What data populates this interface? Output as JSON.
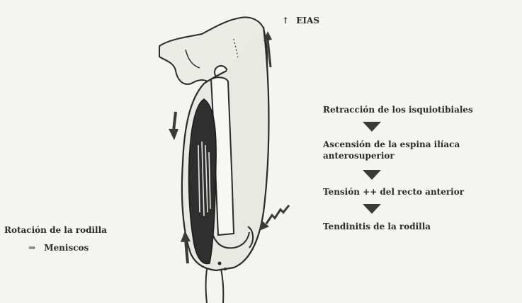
{
  "labels": {
    "elias": "EIAS",
    "elias_arrow": "↑",
    "chain": [
      "Retracción de los isquiotibiales",
      "Ascensión de la espina ilíaca",
      "anterosuperior",
      "Tensión ++ del recto anterior",
      "Tendinitis de la rodilla"
    ],
    "rotation": "Rotación de la rodilla",
    "meniscos_arrow": "⇒",
    "meniscos": "Meniscos"
  },
  "colors": {
    "ink": "#2a2a2a",
    "paper": "#f4f4f1",
    "limb_fill": "#e9e9e4",
    "arrow": "#3a3a3a"
  }
}
